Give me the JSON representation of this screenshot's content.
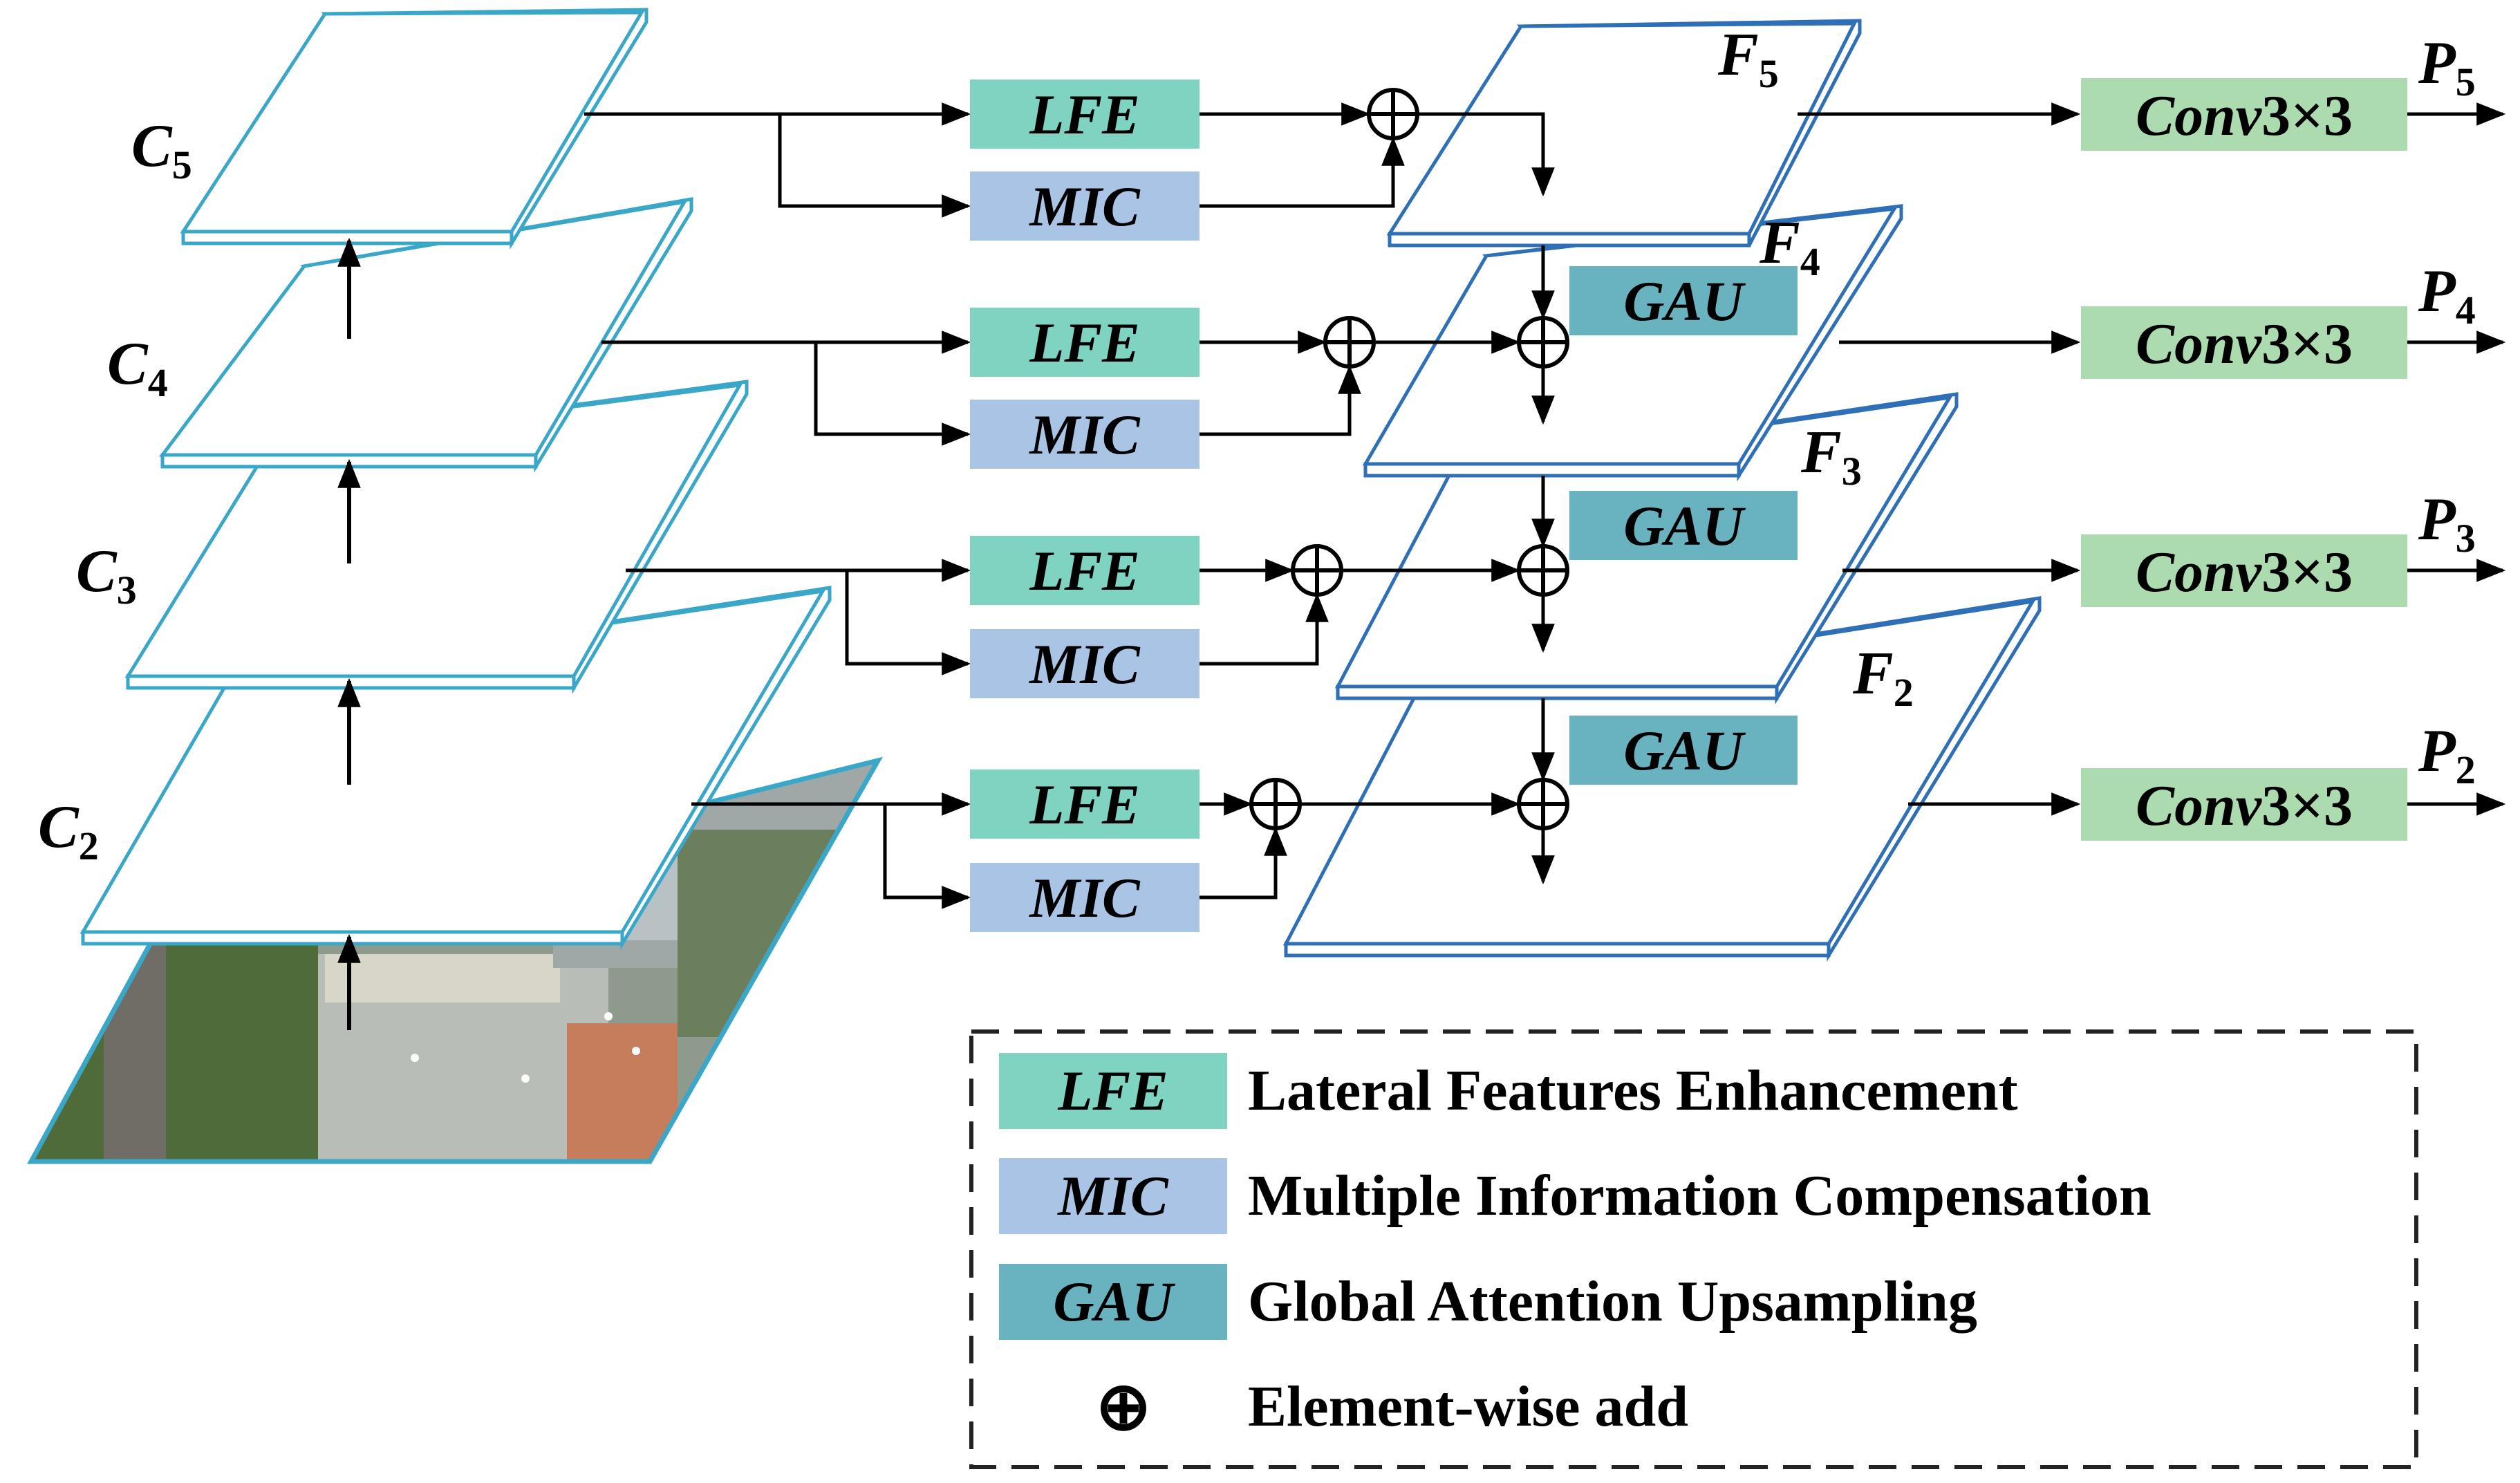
{
  "backbone_levels": [
    {
      "label": "C",
      "sub": "5"
    },
    {
      "label": "C",
      "sub": "4"
    },
    {
      "label": "C",
      "sub": "3"
    },
    {
      "label": "C",
      "sub": "2"
    }
  ],
  "feature_levels": [
    {
      "label": "F",
      "sub": "5"
    },
    {
      "label": "F",
      "sub": "4"
    },
    {
      "label": "F",
      "sub": "3"
    },
    {
      "label": "F",
      "sub": "2"
    }
  ],
  "outputs": [
    {
      "label": "P",
      "sub": "5"
    },
    {
      "label": "P",
      "sub": "4"
    },
    {
      "label": "P",
      "sub": "3"
    },
    {
      "label": "P",
      "sub": "2"
    }
  ],
  "modules": {
    "lfe": "LFE",
    "mic": "MIC",
    "gau": "GAU",
    "conv_italic": "Conv",
    "conv_rest": "3×3"
  },
  "legend": {
    "items": [
      {
        "key": "LFE",
        "text": "Lateral Features Enhancement"
      },
      {
        "key": "MIC",
        "text": "Multiple Information Compensation"
      },
      {
        "key": "GAU",
        "text": "Global Attention Upsampling"
      },
      {
        "key": "⊕",
        "text": "Element-wise add"
      }
    ]
  },
  "colors": {
    "lfe": "#7fd3c1",
    "mic": "#a9c4e4",
    "gau": "#69b3c0",
    "conv": "#acdbb0",
    "backbone_edge": "#3aa7c9",
    "feature_edge": "#2e6fb6"
  },
  "aerial_image": {
    "icon": "aerial-photo-toll-station"
  }
}
